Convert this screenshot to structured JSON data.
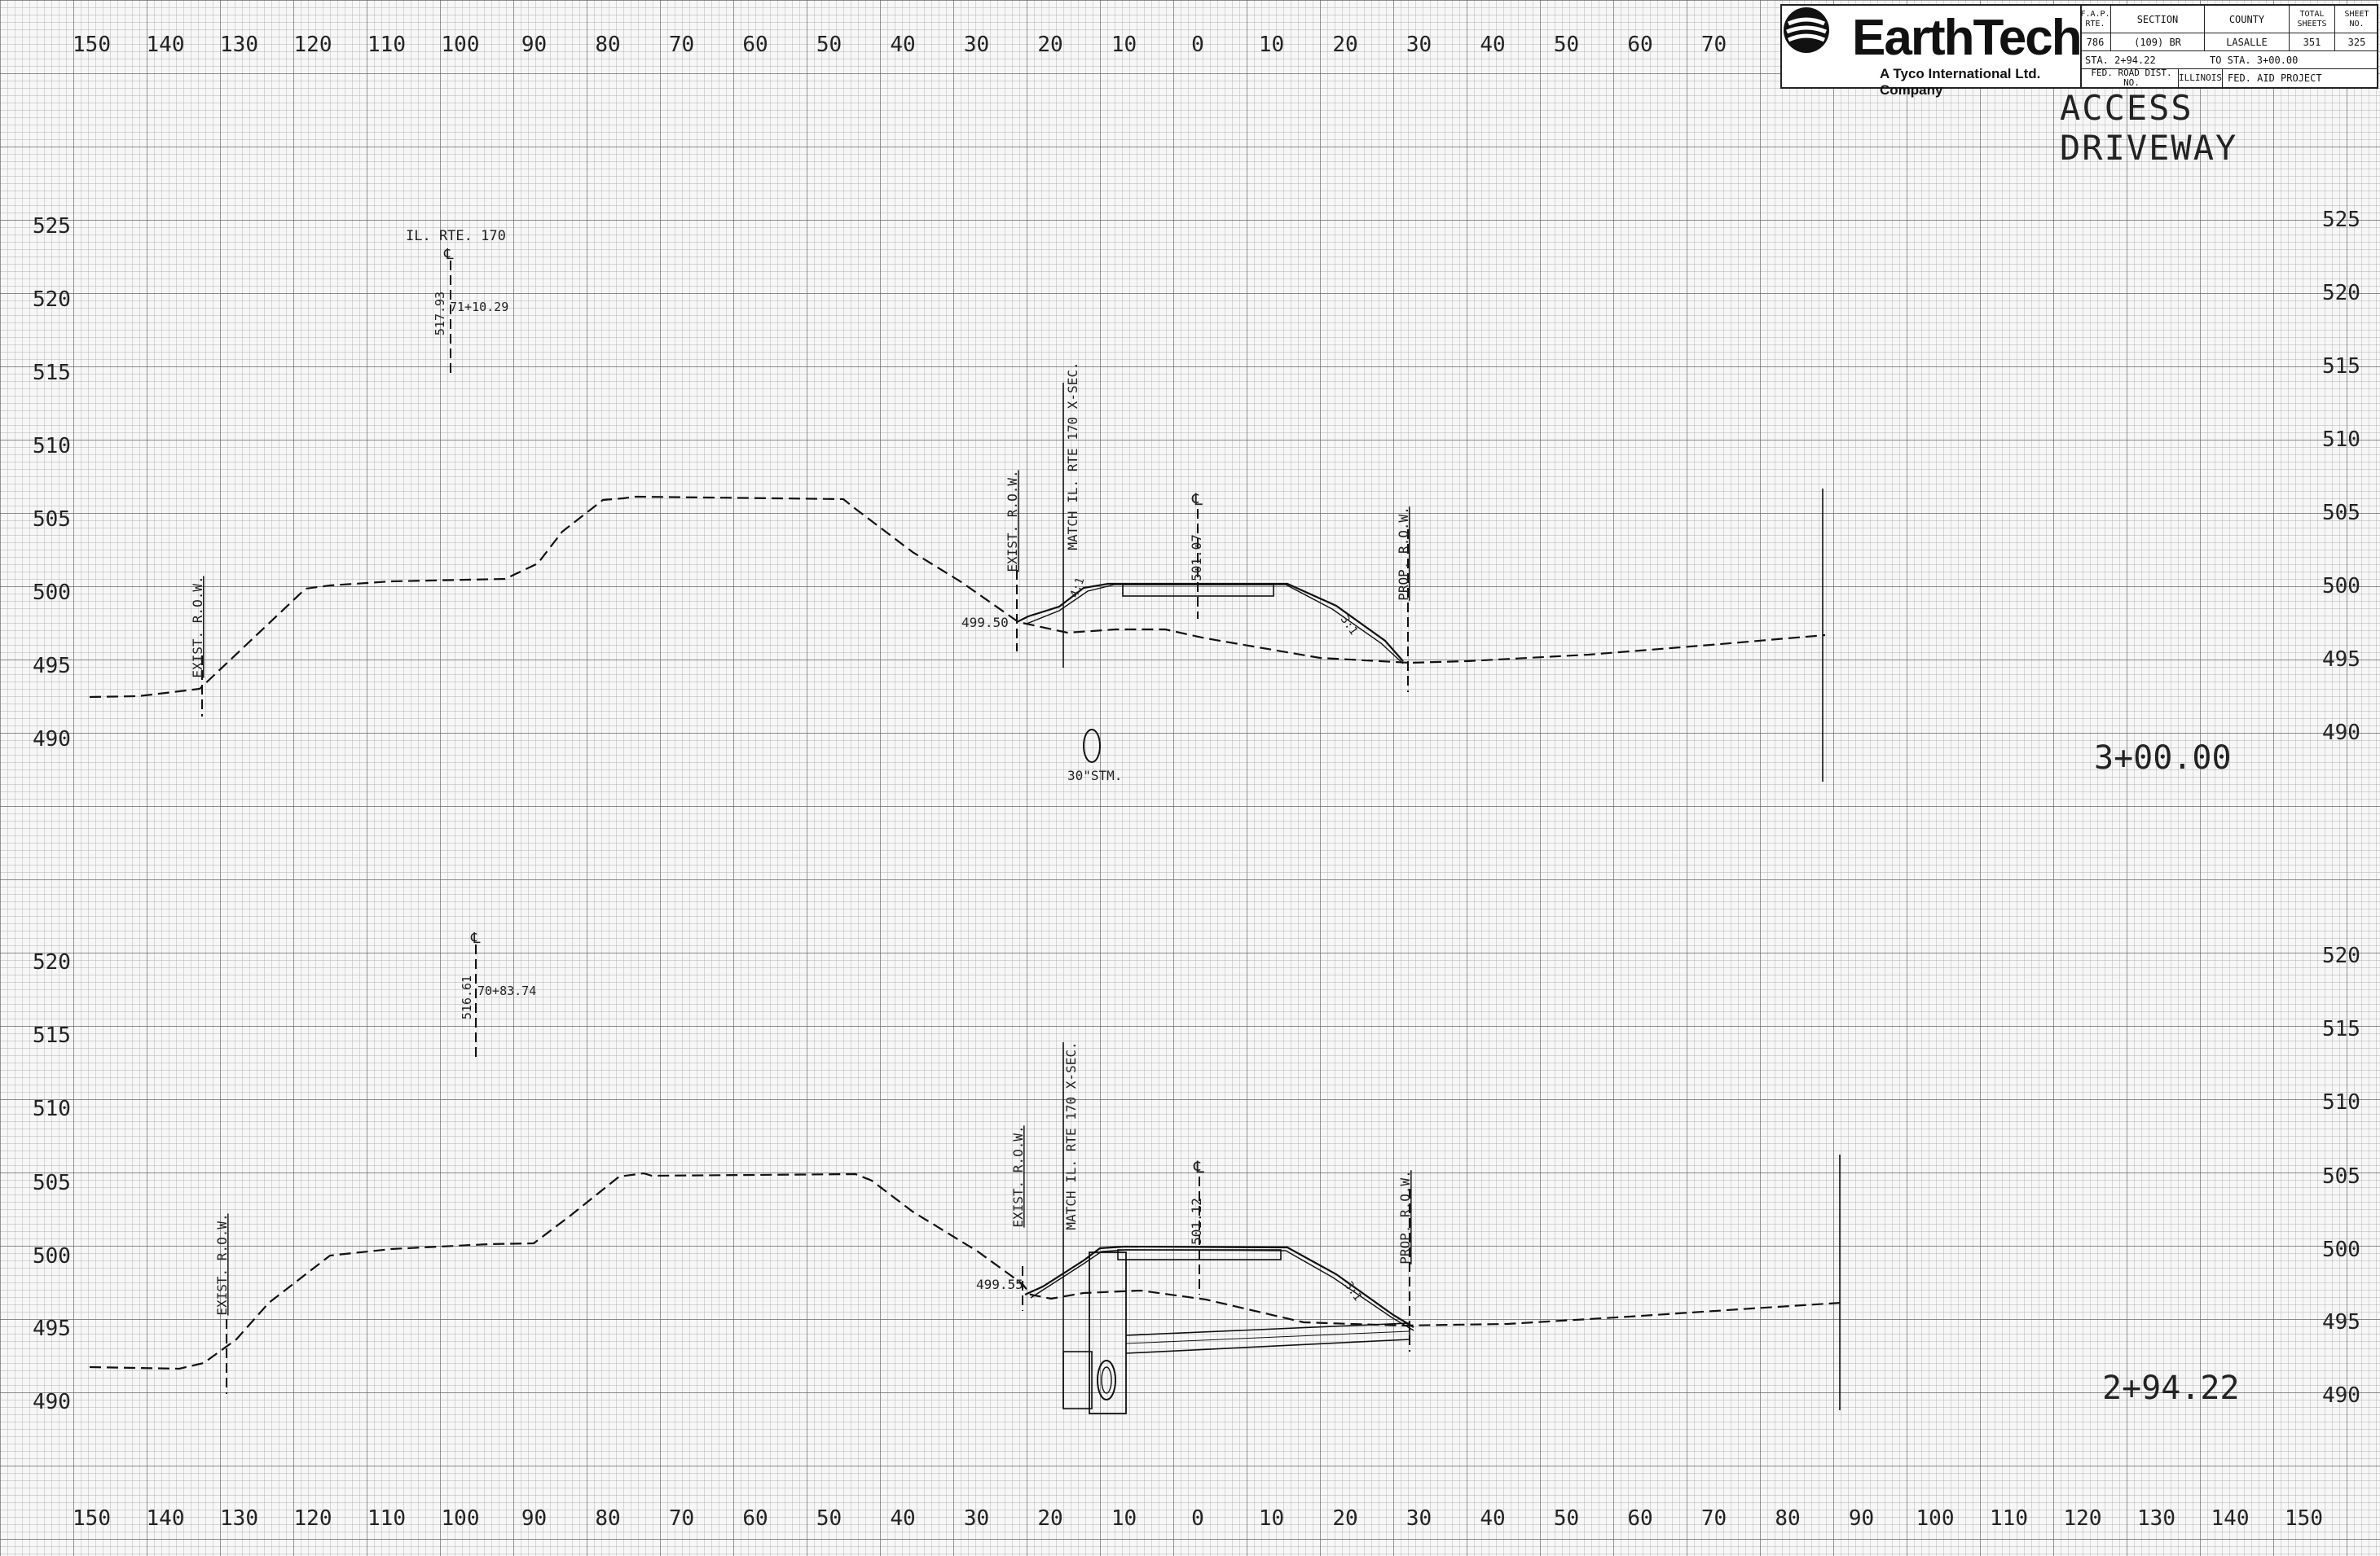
{
  "title_block": {
    "company": "EarthTech",
    "company_sub": "A Tyco International Ltd. Company",
    "col_headers": {
      "fap_rte": "F.A.P. RTE.",
      "section": "SECTION",
      "county": "COUNTY",
      "total_sheets": "TOTAL SHEETS",
      "sheet_no": "SHEET NO."
    },
    "values": {
      "fap_rte": "786",
      "section": "(109) BR",
      "county": "LASALLE",
      "total_sheets": "351",
      "sheet_no": "325"
    },
    "station_from": "STA. 2+94.22",
    "station_to": "TO STA. 3+00.00",
    "fed_road_dist": "FED. ROAD DIST. NO.",
    "state": "ILLINOIS",
    "fed_aid_project": "FED. AID PROJECT"
  },
  "sheet_title": "ACCESS DRIVEWAY",
  "offset_labels_top": [
    "150",
    "140",
    "130",
    "120",
    "110",
    "100",
    "90",
    "80",
    "70",
    "60",
    "50",
    "40",
    "30",
    "20",
    "10",
    "0",
    "10",
    "20",
    "30",
    "40",
    "50",
    "60",
    "70"
  ],
  "offset_labels_bottom": [
    "150",
    "140",
    "130",
    "120",
    "110",
    "100",
    "90",
    "80",
    "70",
    "60",
    "50",
    "40",
    "30",
    "20",
    "10",
    "0",
    "10",
    "20",
    "30",
    "40",
    "50",
    "60",
    "70",
    "80",
    "90",
    "100",
    "110",
    "120",
    "130",
    "140",
    "150"
  ],
  "sections": [
    {
      "station": "3+00.00",
      "elevations": [
        "525",
        "520",
        "515",
        "510",
        "505",
        "500",
        "495",
        "490"
      ],
      "labels": {
        "route": "IL. RTE. 170",
        "cl_symbol": "℄",
        "route_elev": "517.93",
        "route_station": "71+10.29",
        "exist_row_left": "EXIST. R.O.W.",
        "exist_row_right": "EXIST. R.O.W.",
        "match": "MATCH IL. RTE 170 X-SEC.",
        "cl_elev": "501.07",
        "prop_row": "PROP. R.O.W.",
        "low_elev": "499.50",
        "slope_a": "4:1",
        "slope_b": "3:1",
        "pipe": "30\"STM."
      }
    },
    {
      "station": "2+94.22",
      "elevations": [
        "520",
        "515",
        "510",
        "505",
        "500",
        "495",
        "490"
      ],
      "labels": {
        "cl_symbol": "℄",
        "route_elev": "516.61",
        "route_station": "70+83.74",
        "exist_row_left": "EXIST. R.O.W.",
        "exist_row_right": "EXIST. R.O.W.",
        "match": "MATCH IL. RTE 170 X-SEC.",
        "cl_elev": "501.12",
        "prop_row": "PROP. R.O.W.",
        "low_elev": "499.55",
        "slope_b": "3:1"
      }
    }
  ]
}
